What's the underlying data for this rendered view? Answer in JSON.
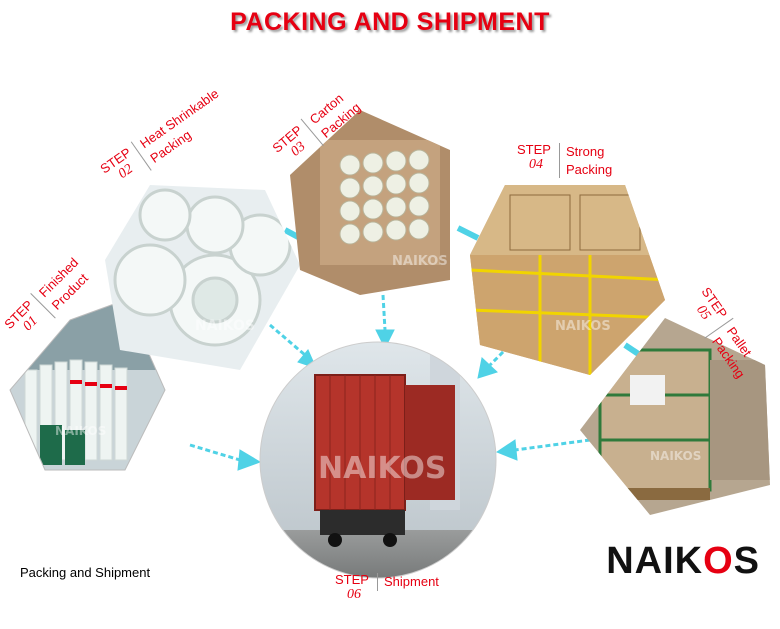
{
  "header": {
    "title": "PACKING AND SHIPMENT"
  },
  "steps": [
    {
      "label": "STEP",
      "number": "01",
      "name_line1": "Finished",
      "name_line2": "Product"
    },
    {
      "label": "STEP",
      "number": "02",
      "name_line1": "Heat Shrinkable",
      "name_line2": "Packing"
    },
    {
      "label": "STEP",
      "number": "03",
      "name_line1": "Carton",
      "name_line2": "Packing"
    },
    {
      "label": "STEP",
      "number": "04",
      "name_line1": "Strong",
      "name_line2": "Packing"
    },
    {
      "label": "STEP",
      "number": "05",
      "name_line1": "Pallet",
      "name_line2": "Packing"
    },
    {
      "label": "STEP",
      "number": "06",
      "name_line1": "Shipment",
      "name_line2": ""
    }
  ],
  "watermark": "NAIKOS",
  "footer": {
    "caption": "Packing and Shipment"
  },
  "brand": {
    "left": "NAIK",
    "accent": "O",
    "right": "S"
  },
  "colors": {
    "accent": "#e60012",
    "arrow": "#4fd2e6",
    "container": "#b5342b"
  }
}
